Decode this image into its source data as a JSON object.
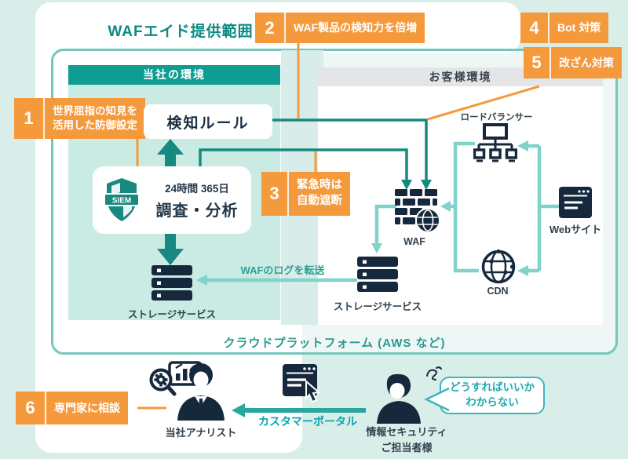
{
  "title": "WAFエイド提供範囲",
  "colors": {
    "page_bg": "#d9ede9",
    "accent_orange": "#f59a3c",
    "dark_teal": "#17897e",
    "light_teal_arrow": "#7fd3ca",
    "navy_icon": "#16293c",
    "cyan_teal": "#16a5ad",
    "header_teal": "#0f9c93"
  },
  "badges": [
    {
      "num": "1",
      "line1": "世界屈指の知見を",
      "line2": "活用した防御設定"
    },
    {
      "num": "2",
      "label": "WAF製品の検知力を倍増"
    },
    {
      "num": "3",
      "line1": "緊急時は",
      "line2": "自動遮断"
    },
    {
      "num": "4",
      "label": "Bot 対策"
    },
    {
      "num": "5",
      "label": "改ざん対策"
    },
    {
      "num": "6",
      "label": "専門家に相談"
    }
  ],
  "company_env": {
    "header": "当社の環境",
    "detection_rule": "検知ルール",
    "siem_icon_label": "SIEM",
    "siem_line1": "24時間 365日",
    "siem_line2": "調査・分析",
    "storage_label": "ストレージサービス"
  },
  "customer_env": {
    "header": "お客様環境",
    "load_balancer": "ロードバランサー",
    "waf": "WAF",
    "website": "Webサイト",
    "cdn": "CDN",
    "storage_label": "ストレージサービス"
  },
  "cloud_label": "クラウドプラットフォーム (AWS など)",
  "log_arrow_label": "WAFのログを転送",
  "bottom": {
    "analyst_label": "当社アナリスト",
    "portal_label": "カスタマーポータル",
    "customer_line1": "情報セキュリティ",
    "customer_line2": "ご担当者様",
    "bubble_line1": "どうすればいいか",
    "bubble_line2": "わからない"
  }
}
